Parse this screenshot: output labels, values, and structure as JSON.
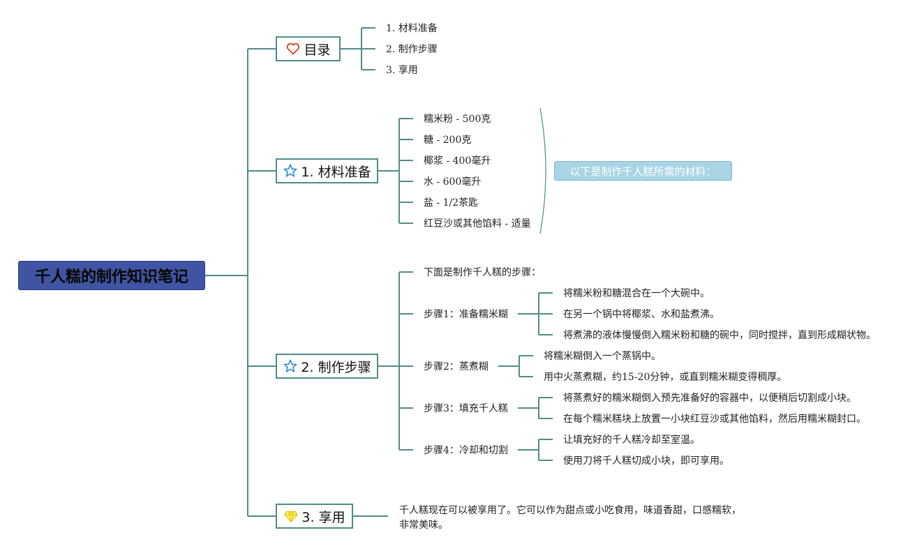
{
  "root": {
    "title": "千人糕的制作知识笔记"
  },
  "toc": {
    "label": "目录",
    "icon": "heart-icon",
    "items": [
      "1. 材料准备",
      "2. 制作步骤",
      "3. 享用"
    ]
  },
  "materials": {
    "label": "1. 材料准备",
    "icon": "star-icon",
    "items": [
      "糯米粉 - 500克",
      "糖 - 200克",
      "椰浆 - 400毫升",
      "水 - 600毫升",
      "盐 - 1/2茶匙",
      "红豆沙或其他馅料 - 适量"
    ],
    "summary": "以下是制作千人糕所需的材料："
  },
  "steps": {
    "label": "2. 制作步骤",
    "icon": "star-icon",
    "intro": "下面是制作千人糕的步骤：",
    "groups": [
      {
        "title": "步骤1：准备糯米糊",
        "items": [
          "将糯米粉和糖混合在一个大碗中。",
          "在另一个锅中将椰浆、水和盐煮沸。",
          "将煮沸的液体慢慢倒入糯米粉和糖的碗中，同时搅拌，直到形成糊状物。"
        ]
      },
      {
        "title": "步骤2：蒸煮糊",
        "items": [
          "将糯米糊倒入一个蒸锅中。",
          "用中火蒸煮糊，约15-20分钟，或直到糯米糊变得稠厚。"
        ]
      },
      {
        "title": "步骤3：填充千人糕",
        "items": [
          "将蒸煮好的糯米糊倒入预先准备好的容器中，以便稍后切割成小块。",
          "在每个糯米糕块上放置一小块红豆沙或其他馅料，然后用糯米糊封口。"
        ]
      },
      {
        "title": "步骤4：冷却和切割",
        "items": [
          "让填充好的千人糕冷却至室温。",
          "使用刀将千人糕切成小块，即可享用。"
        ]
      }
    ]
  },
  "enjoy": {
    "label": "3. 享用",
    "icon": "diamond-icon",
    "text_line1": "千人糕现在可以被享用了。它可以作为甜点或小吃食用，味道香甜，口感糯软，",
    "text_line2": "非常美味。"
  },
  "colors": {
    "line": "#4f8d86",
    "root_bg": "#3f55a3",
    "summary_bg": "#a8d4e6"
  }
}
